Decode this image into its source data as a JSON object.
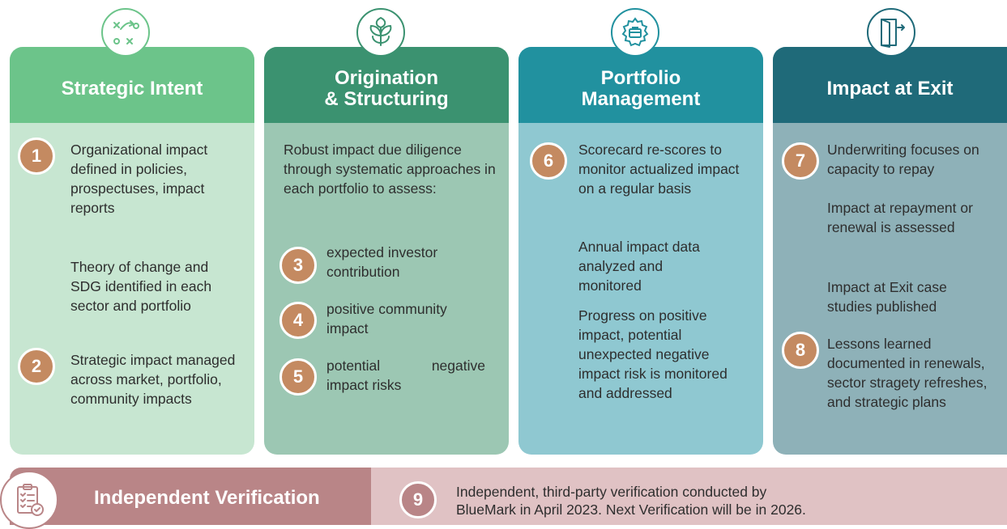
{
  "columns": [
    {
      "title": "Strategic Intent",
      "icon": "strategy-play-icon",
      "colors": {
        "header": "#6cc48a",
        "body": "#c7e6d1",
        "border": "#6cc48a"
      },
      "items": [
        {
          "badge": "1",
          "text": "Organizational impact defined in policies, prospectuses, impact reports"
        },
        {
          "text": "Theory of change and SDG identified in each sector and portfolio"
        },
        {
          "badge": "2",
          "text": "Strategic impact managed across market, portfolio, community impacts"
        }
      ]
    },
    {
      "title_line1": "Origination",
      "title_line2": "& Structuring",
      "icon": "sprout-icon",
      "colors": {
        "header": "#3b9270",
        "body": "#9cc7b3",
        "border": "#3b9270"
      },
      "intro": "Robust impact due diligence through systematic approaches in each portfolio to assess:",
      "items": [
        {
          "badge": "3",
          "text_line1": "expected investor",
          "text_line2": "contribution"
        },
        {
          "badge": "4",
          "text_line1": "positive community",
          "text_line2": "impact"
        },
        {
          "badge": "5",
          "text_line1": "potential negative",
          "text_line2": "impact risks"
        }
      ]
    },
    {
      "title_line1": "Portfolio",
      "title_line2": "Management",
      "icon": "briefcase-gear-icon",
      "colors": {
        "header": "#21919f",
        "body": "#8fc8d1",
        "border": "#21919f"
      },
      "items": [
        {
          "badge": "6",
          "text": "Scorecard re-scores to monitor actualized impact on a regular basis"
        },
        {
          "text": "Annual impact data analyzed and monitored"
        },
        {
          "text": "Progress on positive impact, potential unexpected negative impact risk is monitored and addressed"
        }
      ]
    },
    {
      "title": "Impact at Exit",
      "icon": "exit-door-icon",
      "colors": {
        "header": "#1f6a79",
        "body": "#8eb1b8",
        "border": "#1f6a79"
      },
      "items": [
        {
          "badge": "7",
          "text": "Underwriting focuses on capacity to repay"
        },
        {
          "text": "Impact at repayment or renewal is assessed"
        },
        {
          "text": "Impact at Exit case studies published"
        },
        {
          "badge": "8",
          "text": "Lessons learned documented in renewals, sector stragety refreshes, and strategic plans"
        }
      ]
    }
  ],
  "verification": {
    "title": "Independent Verification",
    "icon": "clipboard-check-icon",
    "badge": "9",
    "text_line1": "Independent, third-party verification conducted by",
    "text_line2": "BlueMark in April 2023. Next Verification will be in 2026.",
    "colors": {
      "title_bg": "#b98587",
      "text_bg": "#e0c2c4"
    }
  }
}
